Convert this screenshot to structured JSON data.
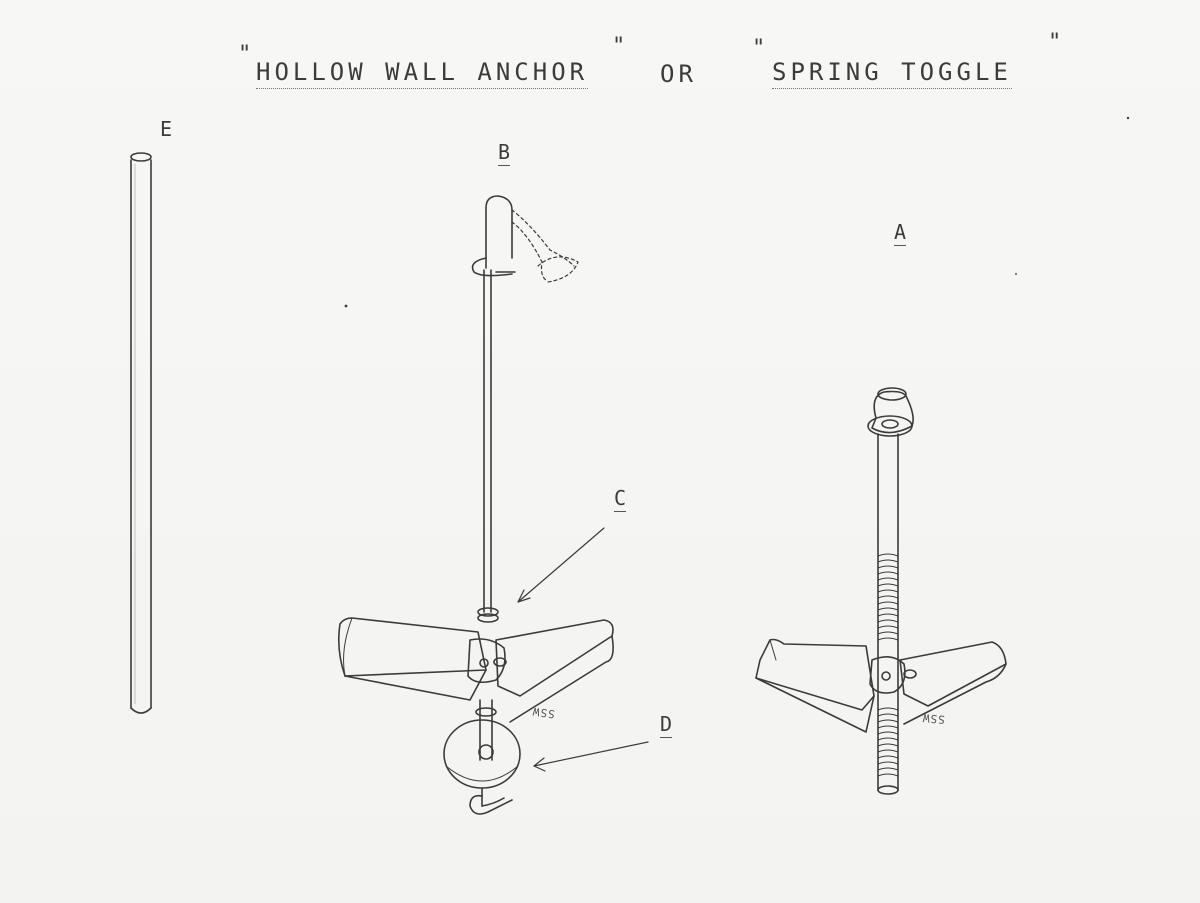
{
  "title": {
    "left_text": "HOLLOW WALL ANCHOR",
    "connector": "OR",
    "right_text": "SPRING TOGGLE",
    "quote_open": "\"",
    "quote_close": "\""
  },
  "labels": {
    "a": "A",
    "b": "B",
    "c": "C",
    "d": "D",
    "e": "E"
  },
  "stamps": {
    "wing_b": "SSW",
    "wing_a": "SSW"
  },
  "colors": {
    "ink": "#3b3b3b",
    "paper": "#f6f6f4"
  }
}
